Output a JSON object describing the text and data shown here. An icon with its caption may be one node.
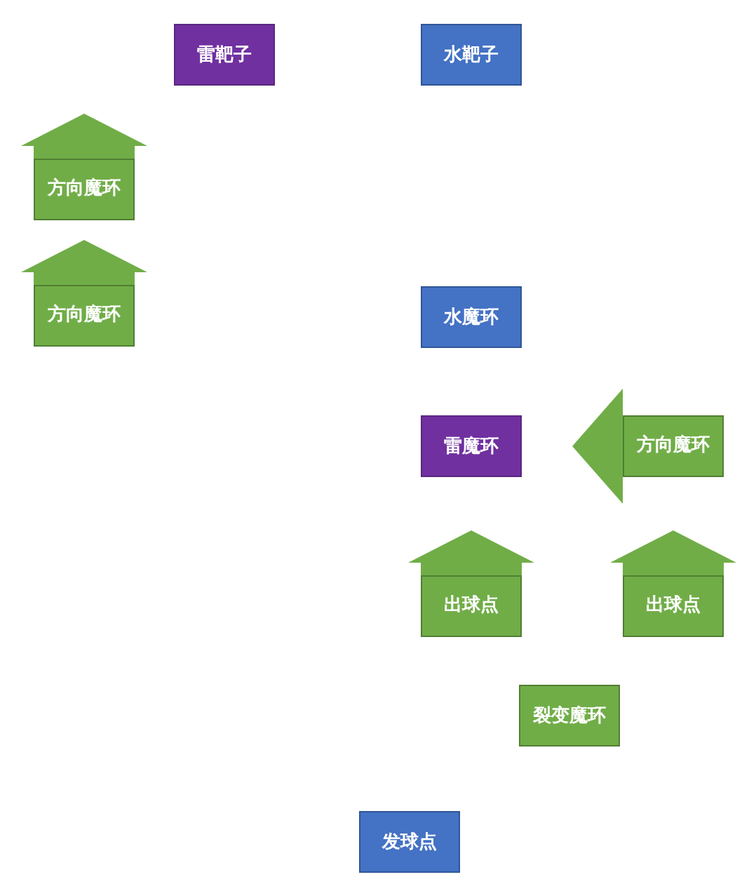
{
  "diagram": {
    "nodes": [
      {
        "text": [
          "雷靶子"
        ]
      },
      {
        "text": [
          "水靶子"
        ]
      },
      {
        "text": [
          "方向魔环"
        ]
      },
      {
        "text": [
          "方向魔环"
        ]
      },
      {
        "text": [
          "水魔环"
        ]
      },
      {
        "text": [
          "雷魔环"
        ]
      },
      {
        "text": [
          "方向魔环"
        ]
      },
      {
        "text": [
          "出球点"
        ]
      },
      {
        "text": [
          "出球点"
        ]
      },
      {
        "text": [
          "裂变魔环"
        ]
      },
      {
        "text": [
          "发球点"
        ]
      }
    ]
  }
}
